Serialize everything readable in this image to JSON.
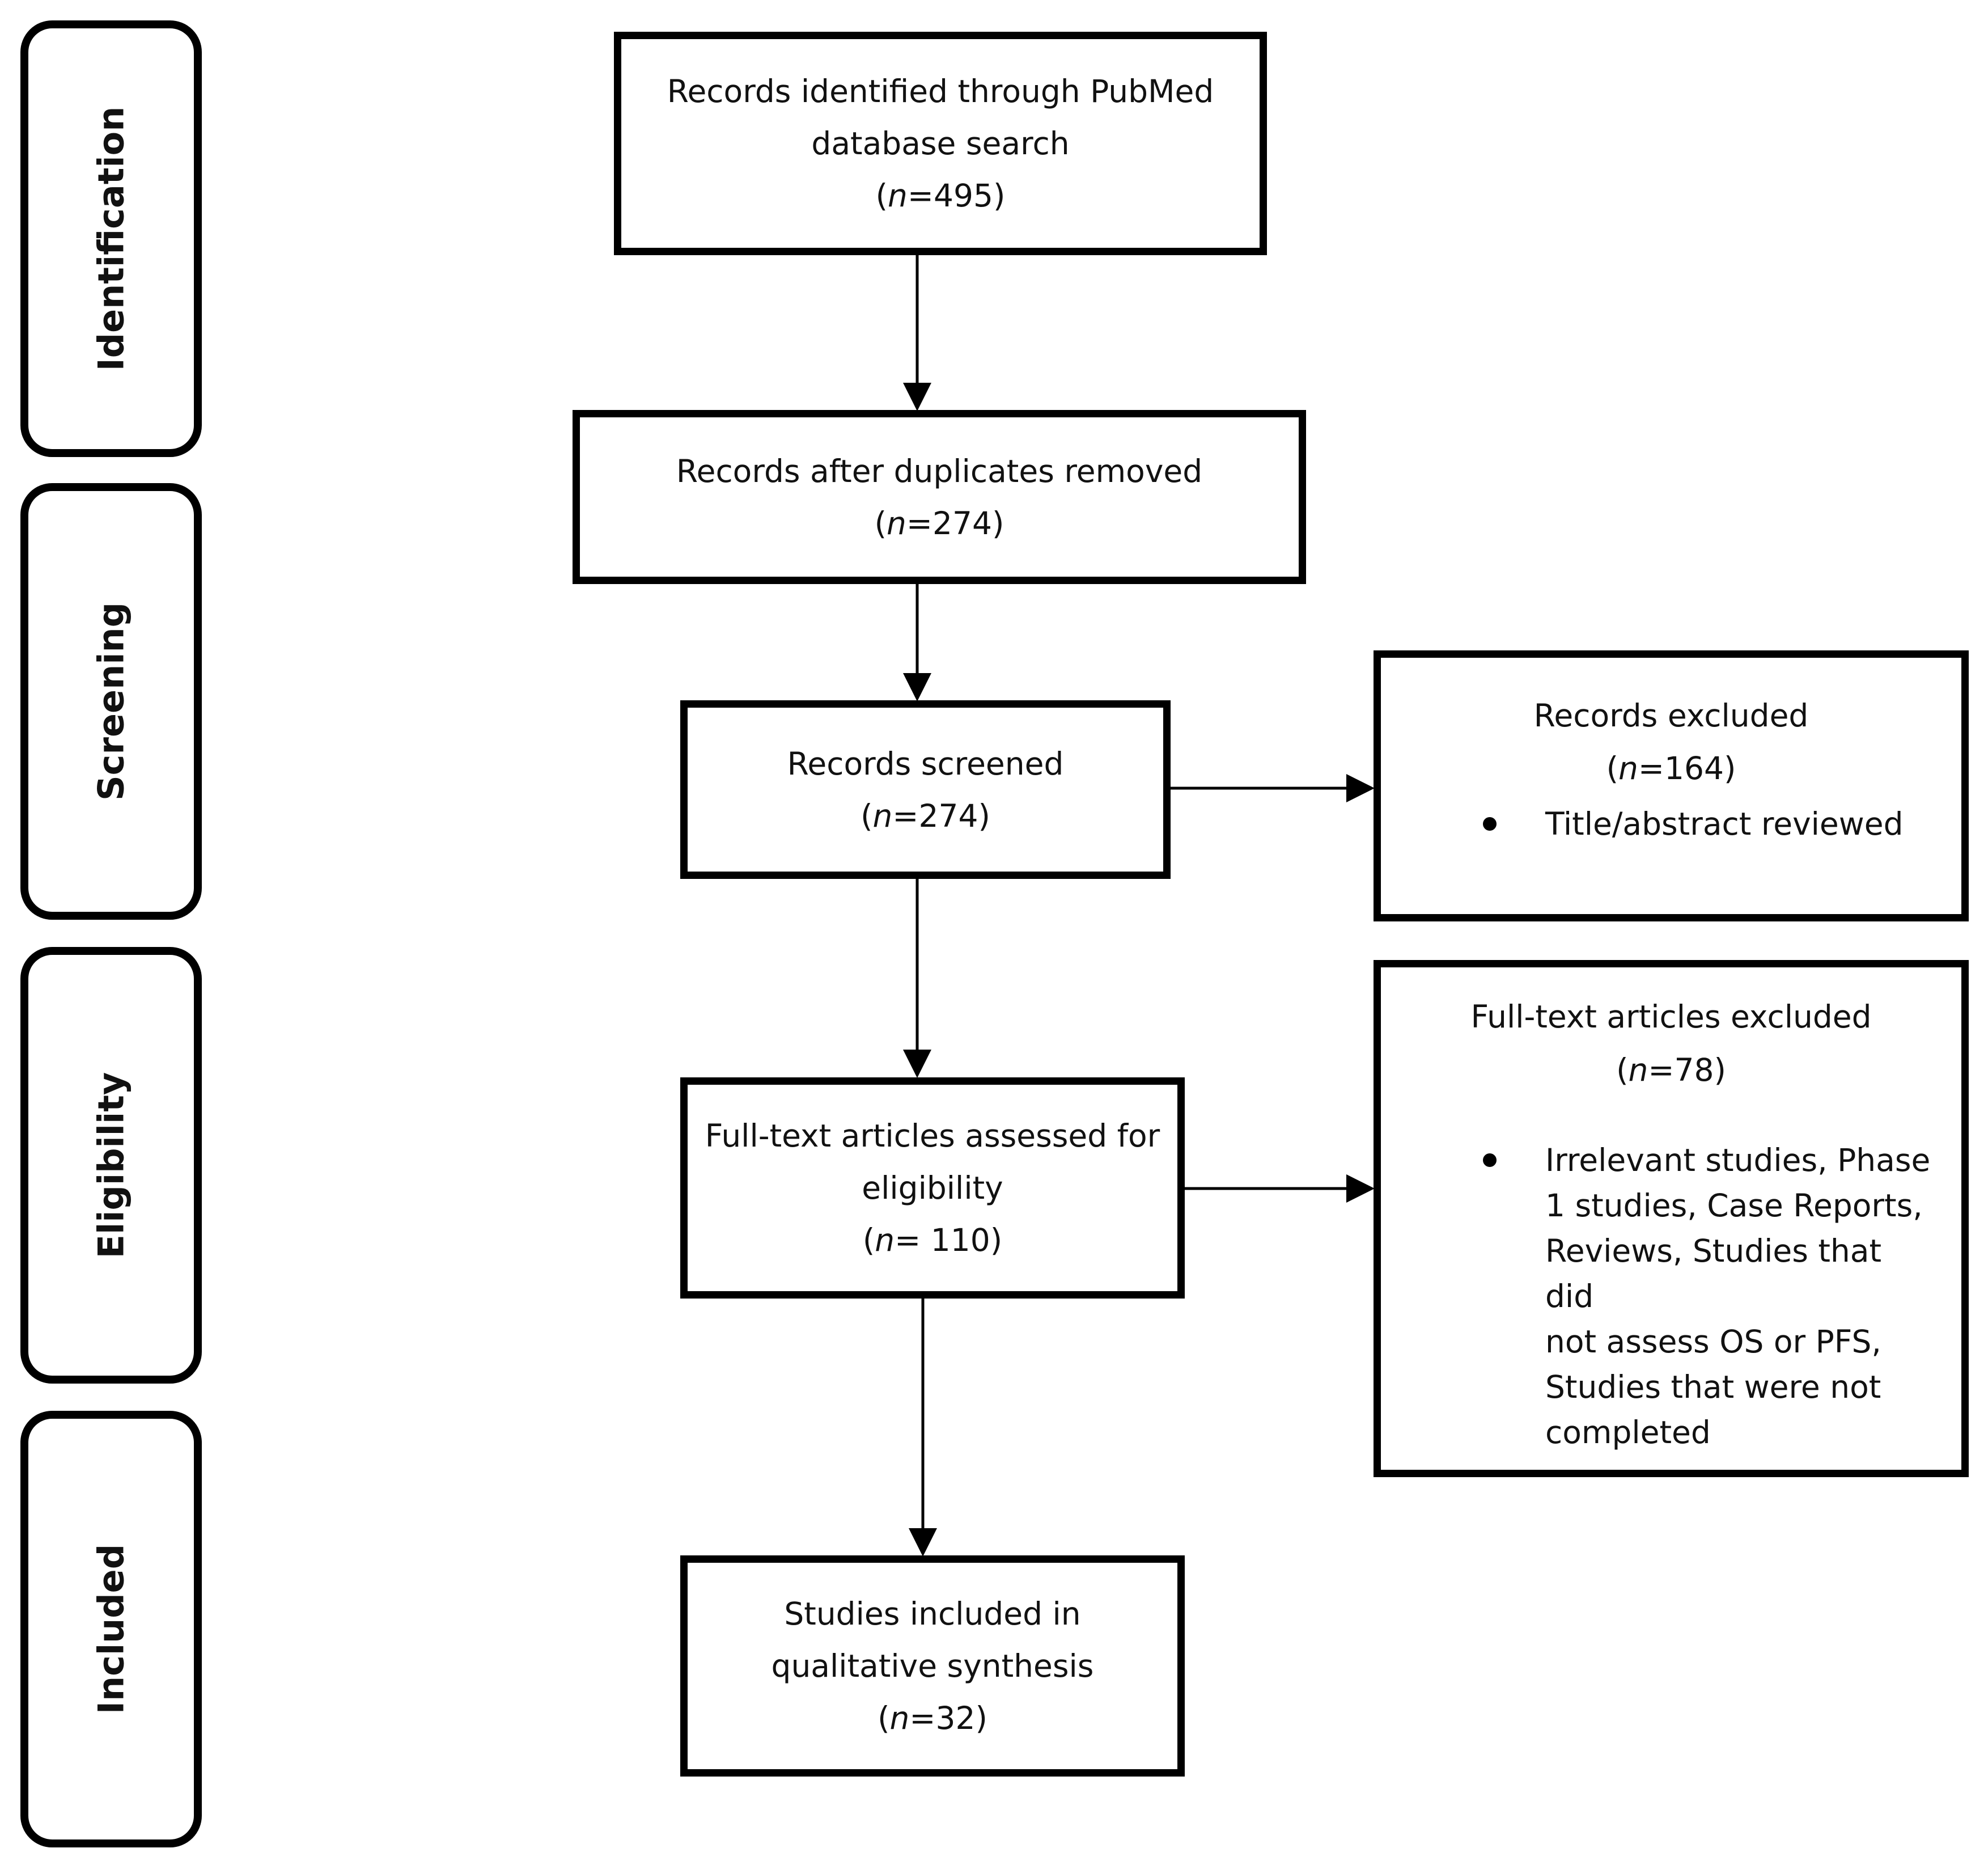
{
  "phases": {
    "identification": "Identification",
    "screening": "Screening",
    "eligibility": "Eligibility",
    "included": "Included"
  },
  "boxes": {
    "identified": {
      "line1": "Records identified through PubMed",
      "line2": "database search",
      "n_prefix": "(",
      "n_var": "n",
      "n_value": "=495)"
    },
    "deduplicated": {
      "line1": "Records after duplicates removed",
      "n_prefix": "(",
      "n_var": "n",
      "n_value": "=274)"
    },
    "screened": {
      "line1": "Records screened",
      "n_prefix": "(",
      "n_var": "n",
      "n_value": "=274)"
    },
    "assessed": {
      "line1": "Full-text articles assessed for",
      "line2": "eligibility",
      "n_prefix": "(",
      "n_var": "n",
      "n_value": "= 110)"
    },
    "included": {
      "line1": "Studies included in",
      "line2": "qualitative synthesis",
      "n_prefix": "(",
      "n_var": "n",
      "n_value": "=32)"
    }
  },
  "exclusions": {
    "records_excluded": {
      "title": "Records excluded",
      "n_prefix": "(",
      "n_var": "n",
      "n_value": "=164)",
      "bullet": "Title/abstract reviewed"
    },
    "fulltext_excluded": {
      "title": "Full-text articles excluded",
      "n_prefix": "(",
      "n_var": "n",
      "n_value": "=78)",
      "bullet_lines": [
        "Irrelevant studies, Phase",
        "1 studies, Case Reports,",
        "Reviews, Studies that did",
        "not assess OS or PFS,",
        "Studies that were not",
        "completed"
      ]
    }
  }
}
